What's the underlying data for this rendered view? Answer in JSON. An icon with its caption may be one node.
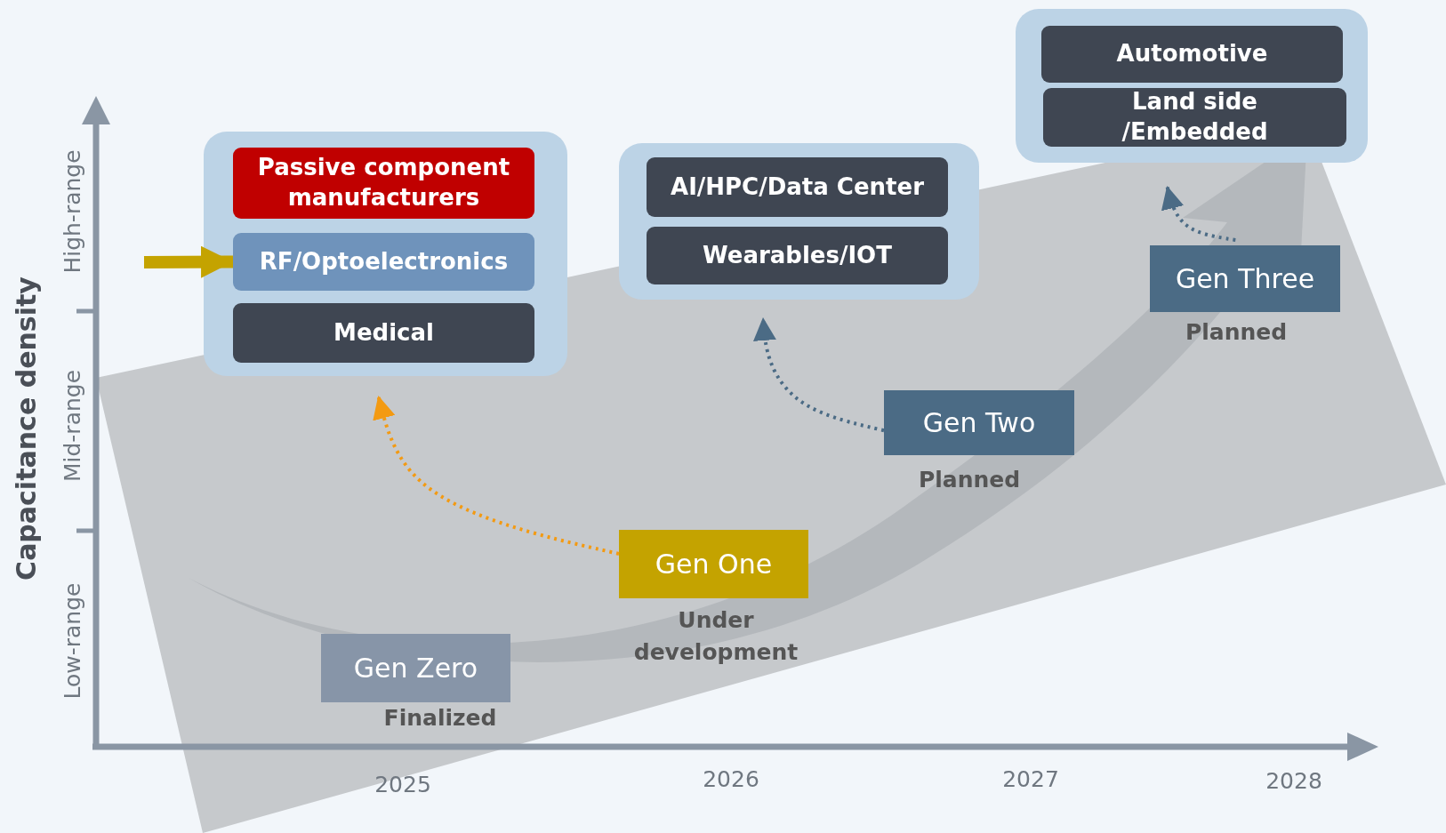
{
  "diagram": {
    "nodes": [
      {
        "text": [],
        "shape": "box"
      },
      {
        "text": [
          "Passive component manufacturers"
        ],
        "in": 0
      },
      {
        "text": [
          "RF/Optoelectronics"
        ],
        "in": 0
      },
      {
        "text": [
          "Medical"
        ],
        "in": 0
      },
      {
        "text": [],
        "shape": "box"
      },
      {
        "text": [
          "AI/HPC/Data Center"
        ],
        "in": 4
      },
      {
        "text": [
          "Wearables/IOT"
        ],
        "in": 4
      },
      {
        "text": [],
        "shape": "box"
      },
      {
        "text": [
          "Automotive"
        ],
        "in": 7
      },
      {
        "text": [
          "Land side /Embedded"
        ],
        "in": 7
      },
      {
        "text": [
          "Gen Zero"
        ],
        "beside": [
          "Finalized"
        ]
      },
      {
        "text": [
          "Gen One"
        ],
        "beside": [
          "Under development"
        ]
      },
      {
        "text": [
          "Gen Two"
        ],
        "beside": [
          "Planned"
        ]
      },
      {
        "text": [
          "Gen Three"
        ],
        "beside": [
          "Planned"
        ]
      }
    ],
    "edges": [
      {
        "from": 11,
        "to": 0,
        "arrow": "to",
        "style": "dashed",
        "color": "#f39a12"
      },
      {
        "from": 12,
        "to": 4,
        "arrow": "to",
        "style": "dashed"
      },
      {
        "from": 13,
        "to": 7,
        "arrow": "to",
        "style": "dashed"
      },
      {
        "from": null,
        "to": 2,
        "arrow": "to",
        "style": "thick",
        "color": "#c4a300"
      }
    ],
    "labels": [
      "Capacitance density",
      "High-range",
      "Mid-range",
      "Low-range",
      "2025",
      "2026",
      "2027",
      "2028"
    ]
  }
}
